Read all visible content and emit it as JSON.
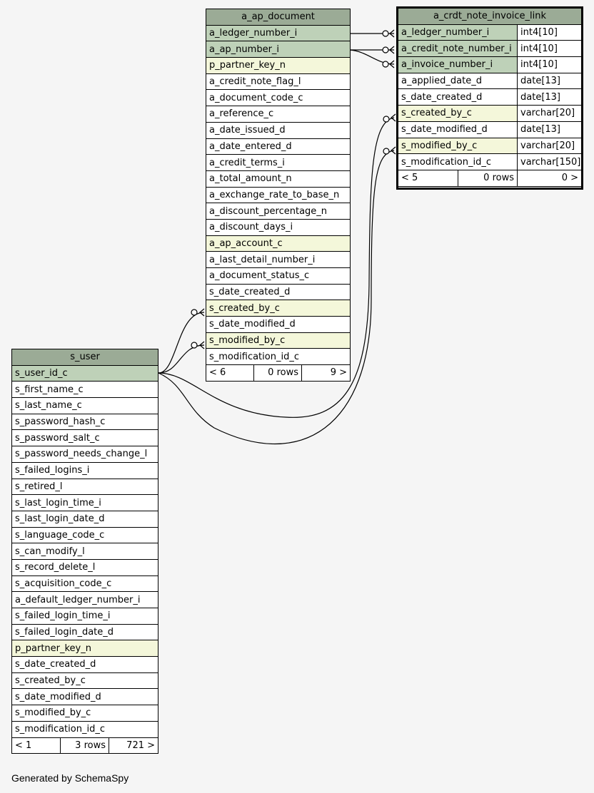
{
  "ap_document": {
    "name": "a_ap_document",
    "columns": [
      {
        "name": "a_ledger_number_i",
        "kind": "pk"
      },
      {
        "name": "a_ap_number_i",
        "kind": "pk"
      },
      {
        "name": "p_partner_key_n",
        "kind": "fk"
      },
      {
        "name": "a_credit_note_flag_l",
        "kind": ""
      },
      {
        "name": "a_document_code_c",
        "kind": ""
      },
      {
        "name": "a_reference_c",
        "kind": ""
      },
      {
        "name": "a_date_issued_d",
        "kind": ""
      },
      {
        "name": "a_date_entered_d",
        "kind": ""
      },
      {
        "name": "a_credit_terms_i",
        "kind": ""
      },
      {
        "name": "a_total_amount_n",
        "kind": ""
      },
      {
        "name": "a_exchange_rate_to_base_n",
        "kind": ""
      },
      {
        "name": "a_discount_percentage_n",
        "kind": ""
      },
      {
        "name": "a_discount_days_i",
        "kind": ""
      },
      {
        "name": "a_ap_account_c",
        "kind": "fk"
      },
      {
        "name": "a_last_detail_number_i",
        "kind": ""
      },
      {
        "name": "a_document_status_c",
        "kind": ""
      },
      {
        "name": "s_date_created_d",
        "kind": ""
      },
      {
        "name": "s_created_by_c",
        "kind": "fk"
      },
      {
        "name": "s_date_modified_d",
        "kind": ""
      },
      {
        "name": "s_modified_by_c",
        "kind": "fk"
      },
      {
        "name": "s_modification_id_c",
        "kind": ""
      }
    ],
    "footer": {
      "parents": "< 6",
      "rows": "0 rows",
      "children": "9 >"
    }
  },
  "crdt_link": {
    "name": "a_crdt_note_invoice_link",
    "columns": [
      {
        "name": "a_ledger_number_i",
        "type": "int4[10]",
        "kind": "pk"
      },
      {
        "name": "a_credit_note_number_i",
        "type": "int4[10]",
        "kind": "pk"
      },
      {
        "name": "a_invoice_number_i",
        "type": "int4[10]",
        "kind": "pk"
      },
      {
        "name": "a_applied_date_d",
        "type": "date[13]",
        "kind": ""
      },
      {
        "name": "s_date_created_d",
        "type": "date[13]",
        "kind": ""
      },
      {
        "name": "s_created_by_c",
        "type": "varchar[20]",
        "kind": "fk"
      },
      {
        "name": "s_date_modified_d",
        "type": "date[13]",
        "kind": ""
      },
      {
        "name": "s_modified_by_c",
        "type": "varchar[20]",
        "kind": "fk"
      },
      {
        "name": "s_modification_id_c",
        "type": "varchar[150]",
        "kind": ""
      }
    ],
    "footer": {
      "parents": "< 5",
      "rows": "0 rows",
      "children": "0 >"
    }
  },
  "s_user": {
    "name": "s_user",
    "columns": [
      {
        "name": "s_user_id_c",
        "kind": "pk"
      },
      {
        "name": "s_first_name_c",
        "kind": ""
      },
      {
        "name": "s_last_name_c",
        "kind": ""
      },
      {
        "name": "s_password_hash_c",
        "kind": ""
      },
      {
        "name": "s_password_salt_c",
        "kind": ""
      },
      {
        "name": "s_password_needs_change_l",
        "kind": ""
      },
      {
        "name": "s_failed_logins_i",
        "kind": ""
      },
      {
        "name": "s_retired_l",
        "kind": ""
      },
      {
        "name": "s_last_login_time_i",
        "kind": ""
      },
      {
        "name": "s_last_login_date_d",
        "kind": ""
      },
      {
        "name": "s_language_code_c",
        "kind": ""
      },
      {
        "name": "s_can_modify_l",
        "kind": ""
      },
      {
        "name": "s_record_delete_l",
        "kind": ""
      },
      {
        "name": "s_acquisition_code_c",
        "kind": ""
      },
      {
        "name": "a_default_ledger_number_i",
        "kind": ""
      },
      {
        "name": "s_failed_login_time_i",
        "kind": ""
      },
      {
        "name": "s_failed_login_date_d",
        "kind": ""
      },
      {
        "name": "p_partner_key_n",
        "kind": "fk"
      },
      {
        "name": "s_date_created_d",
        "kind": ""
      },
      {
        "name": "s_created_by_c",
        "kind": ""
      },
      {
        "name": "s_date_modified_d",
        "kind": ""
      },
      {
        "name": "s_modified_by_c",
        "kind": ""
      },
      {
        "name": "s_modification_id_c",
        "kind": ""
      }
    ],
    "footer": {
      "parents": "< 1",
      "rows": "3 rows",
      "children": "721 >"
    }
  },
  "generated_by": "Generated by SchemaSpy",
  "colors": {
    "header": "#9bab96",
    "primary_key": "#bed1b8",
    "foreign_key": "#f4f7da",
    "background": "#f5f5f5"
  }
}
